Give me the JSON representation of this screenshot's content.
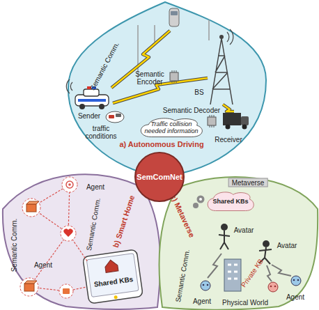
{
  "diagram": {
    "nodes": [
      {
        "text": [
          "a) Autonomous Driving"
        ]
      },
      {
        "text": [
          "Traffic collision needed information"
        ],
        "in": 0
      },
      {
        "text": [
          "b) Smart Home"
        ]
      },
      {
        "text": [
          "Shared KBs"
        ],
        "in": 2
      },
      {
        "text": [
          "c) Metaverse"
        ]
      },
      {
        "text": [
          "Shared KBs"
        ],
        "in": 4
      },
      {
        "text": [
          "SemComNet"
        ]
      }
    ],
    "labels": [
      "Semantic Comm.",
      "Semantic Encoder",
      "Sender",
      "BS",
      "Semantic Decoder",
      "Receiver",
      "traffic conditions",
      "Agent",
      "Semantic Comm.",
      "Semantic Comm.",
      "Agent",
      "Metaverse",
      "Avatar",
      "Avatar",
      "Semantic Comm.",
      "Private KB",
      "Agent",
      "Physical World",
      "Agent"
    ]
  }
}
